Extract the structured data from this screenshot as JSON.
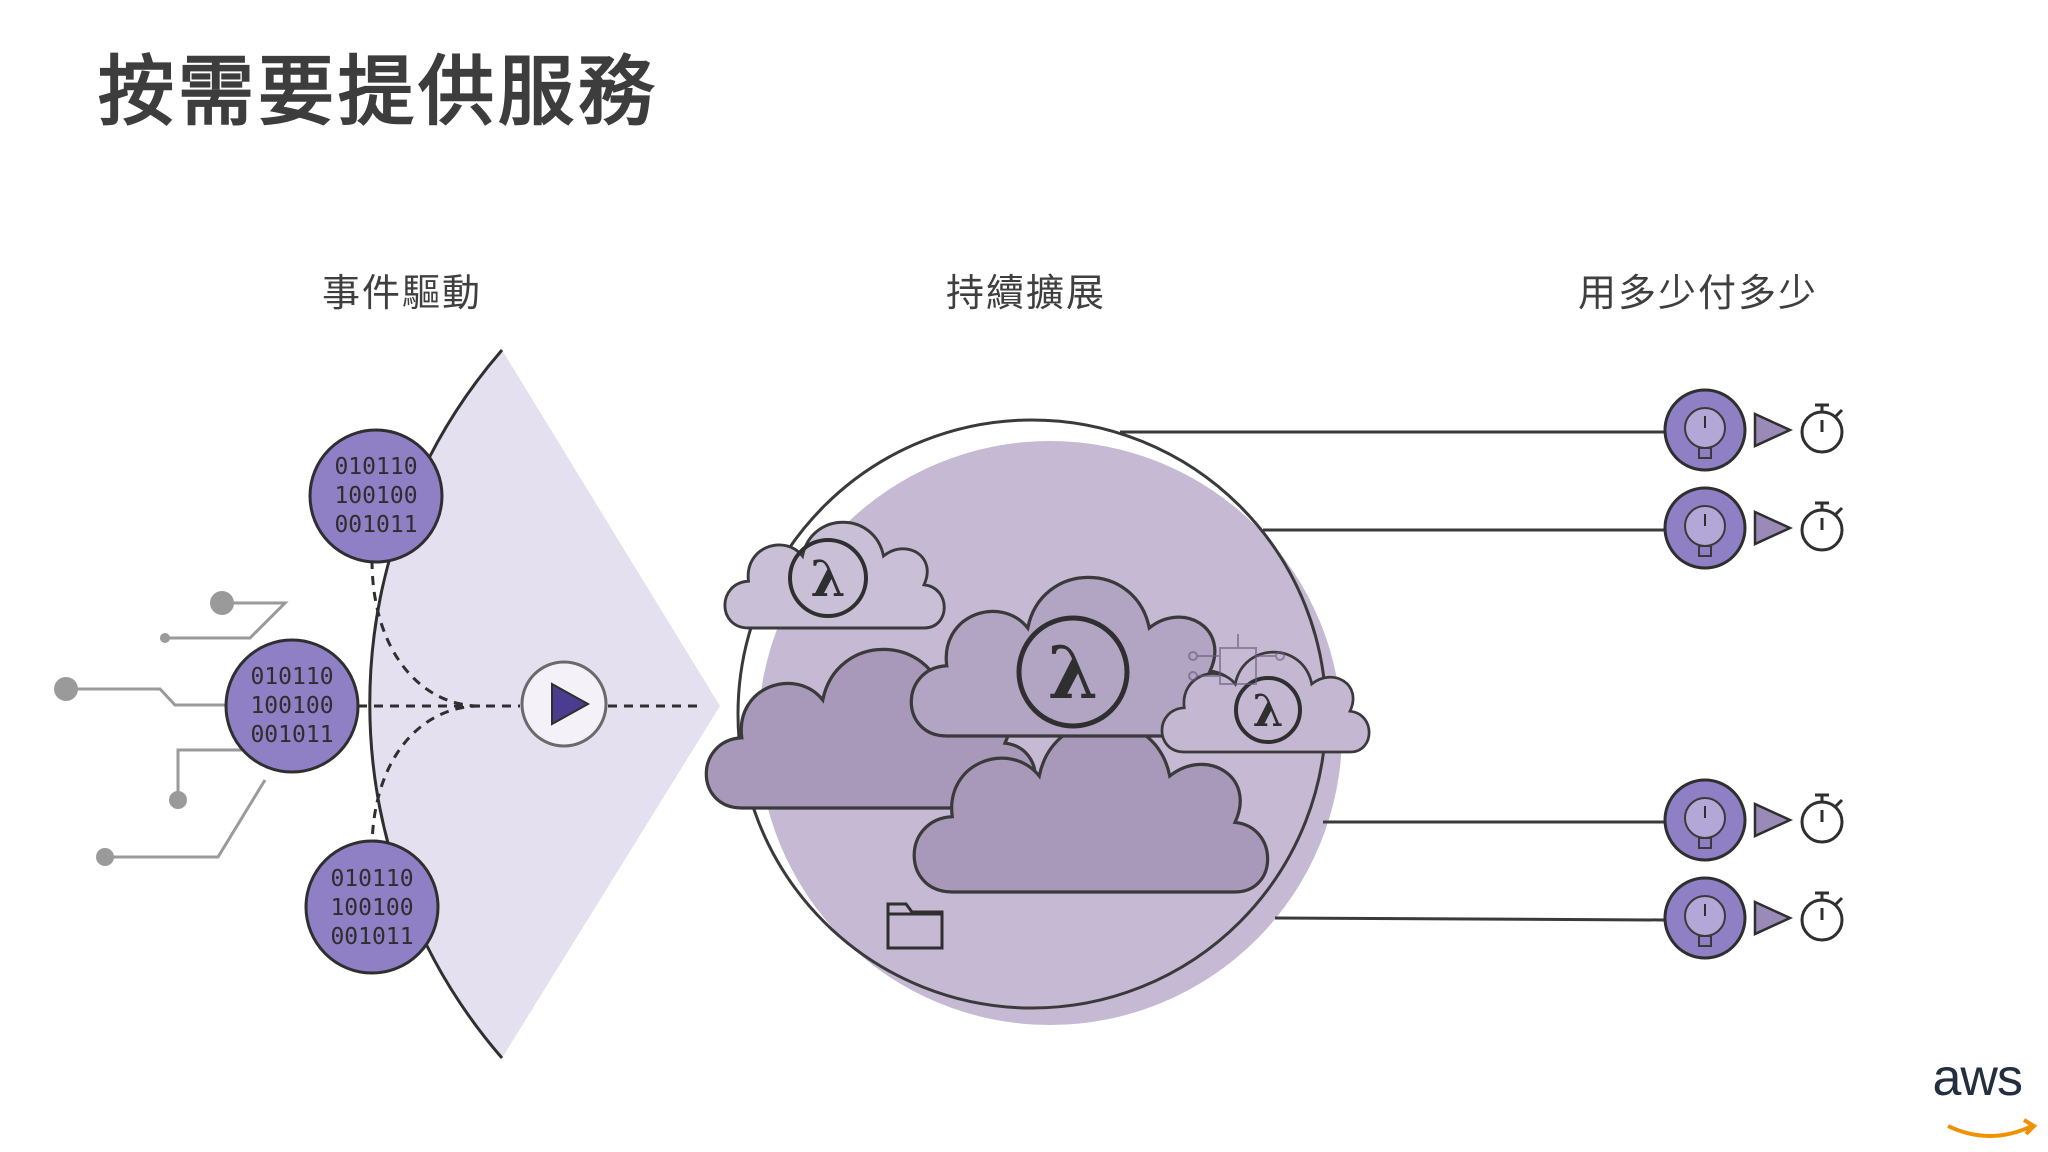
{
  "title": "按需要提供服務",
  "columns": [
    {
      "label": "事件驅動"
    },
    {
      "label": "持續擴展"
    },
    {
      "label": "用多少付多少"
    }
  ],
  "binary_lines": [
    "010110",
    "100100",
    "001011"
  ],
  "lambda_symbol": "λ",
  "logo_text": "aws",
  "colors": {
    "purple": "#8f7fc4",
    "lavender": "#e4e0f0",
    "cloud_purple": "#a898b9",
    "circle_fill": "#c5b9d3",
    "play_fill": "#4a3d8f",
    "line_gray": "#9a9a9a",
    "stroke": "#3a3a3a"
  },
  "icons": [
    "play-icon",
    "lambda-icon",
    "folder-icon",
    "gauge-icon",
    "stopwatch-icon",
    "arrow-right-icon"
  ]
}
